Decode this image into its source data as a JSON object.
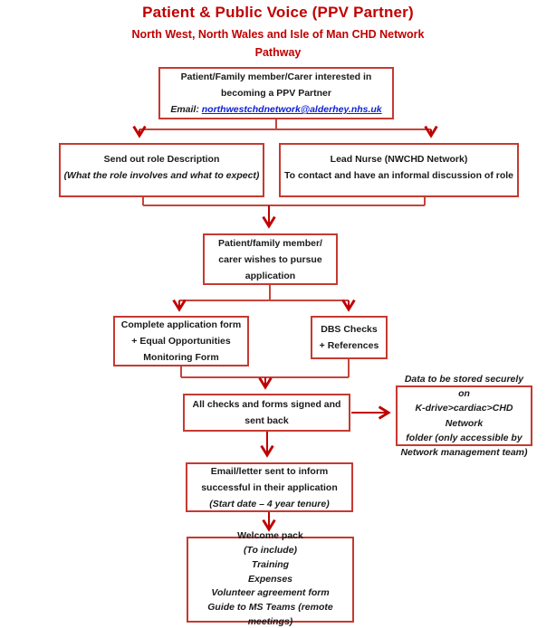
{
  "header": {
    "title": "Patient & Public Voice (PPV Partner)",
    "subtitle_line1": "North West, North Wales and Isle of Man CHD Network",
    "subtitle_line2": "Pathway"
  },
  "colors": {
    "heading_red": "#c00000",
    "box_border_red": "#c53a30",
    "connector_red": "#c00000",
    "link_blue": "#0b1fd6"
  },
  "boxes": {
    "intake": {
      "lines": [
        "Patient/Family member/Carer interested in",
        "becoming a PPV Partner"
      ],
      "email_prefix": "Email: ",
      "email_link": "northwestchdnetwork@alderhey.nhs.uk"
    },
    "role_description": {
      "lines": [
        "Send out role Description",
        "(What the role involves and what to expect)"
      ]
    },
    "lead_nurse": {
      "lines": [
        "Lead Nurse (NWCHD Network)",
        "To contact and have an informal discussion of role"
      ]
    },
    "pursue": {
      "lines": [
        "Patient/family member/",
        "carer wishes to pursue",
        "application"
      ]
    },
    "application_form": {
      "lines": [
        "Complete application form",
        "+ Equal Opportunities",
        "Monitoring Form"
      ]
    },
    "dbs": {
      "lines": [
        "DBS Checks",
        "+ References"
      ]
    },
    "checks_returned": {
      "lines": [
        "All checks and forms signed and",
        "sent back"
      ]
    },
    "data_storage": {
      "lines": [
        "Data to be stored securely on",
        "K-drive>cardiac>CHD Network",
        "folder (only accessible by",
        "Network management team)"
      ]
    },
    "outcome": {
      "lines": [
        "Email/letter sent to inform",
        "successful in their application",
        "(Start date – 4 year tenure)"
      ]
    },
    "welcome_pack": {
      "lines": [
        "Welcome pack",
        "(To include)",
        "Training",
        "Expenses",
        "Volunteer agreement form",
        "Guide to MS Teams (remote meetings)"
      ]
    }
  }
}
